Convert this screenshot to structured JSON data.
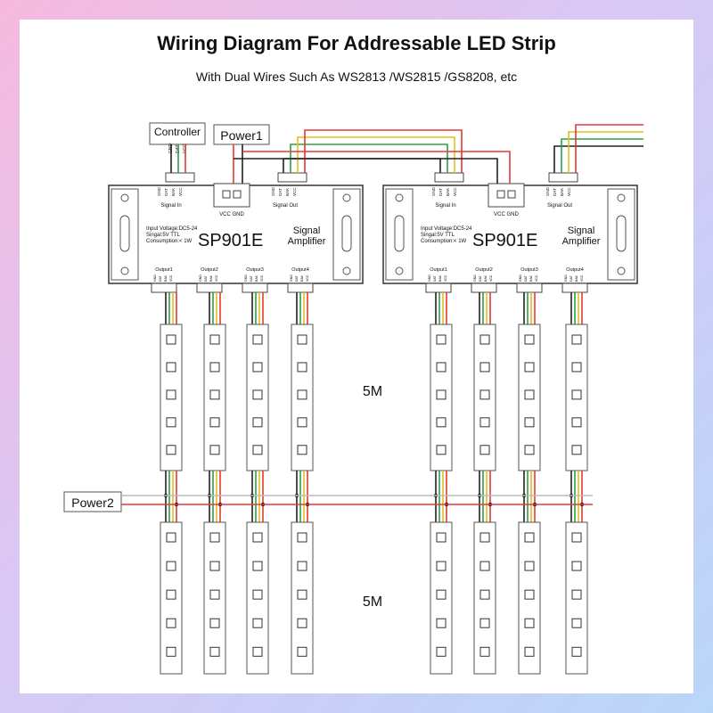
{
  "title": "Wiring Diagram For Addressable LED Strip",
  "subtitle": "With Dual Wires Such As WS2813 /WS2815 /GS8208, etc",
  "labels": {
    "controller": "Controller",
    "power1": "Power1",
    "power2": "Power2",
    "length_top": "5M",
    "length_bottom": "5M"
  },
  "controller_pins": [
    "GND",
    "DAT",
    "VCC"
  ],
  "amplifier": {
    "model": "SP901E",
    "name_line1": "Signal",
    "name_line2": "Amplifier",
    "spec_lines": [
      "Input Voltage:DC5-24",
      "Singal:5V TTL",
      "Consumption:< 1W"
    ],
    "signal_in": "Signal In",
    "signal_out": "Signal Out",
    "power_pins": "VCC GND",
    "pins": [
      "GND",
      "DAT",
      "BAK",
      "VCC"
    ],
    "outputs": [
      "Output1",
      "Output2",
      "Output3",
      "Output4"
    ]
  },
  "colors": {
    "wire_black": "#222222",
    "wire_red": "#e53935",
    "wire_yellow": "#e0c020",
    "wire_green": "#2e9e4a",
    "wire_gray": "#bbbbbb",
    "strip": "#ffffff",
    "box_outline": "#333333"
  }
}
